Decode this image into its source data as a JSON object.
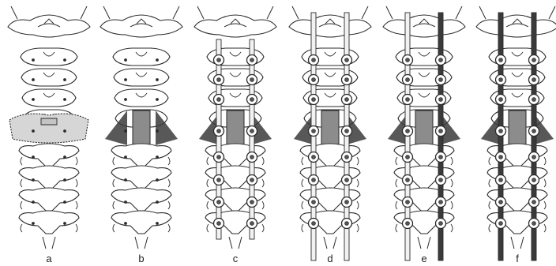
{
  "figure": {
    "panels": [
      {
        "id": "a",
        "label": "a",
        "stage": "decompression-site-outlined",
        "rods": "none",
        "screws": false
      },
      {
        "id": "b",
        "label": "b",
        "stage": "laminectomy-dura-exposed",
        "rods": "none",
        "screws": false
      },
      {
        "id": "c",
        "label": "c",
        "stage": "short-rods-placed",
        "rods": "short",
        "screws": true
      },
      {
        "id": "d",
        "label": "d",
        "stage": "long-rods-placed",
        "rods": "long",
        "screws": true
      },
      {
        "id": "e",
        "label": "e",
        "stage": "one-rod-contoured",
        "rods": "mixed",
        "screws": true
      },
      {
        "id": "f",
        "label": "f",
        "stage": "both-rods-contoured",
        "rods": "dark",
        "screws": true
      }
    ],
    "colors": {
      "line": "#2a2a2a",
      "bone_fill": "#ffffff",
      "dura": "#8c8c8c",
      "shade": "#d6d6d6",
      "rod_light": "#f2f2f2",
      "rod_dark": "#3a3a3a"
    }
  }
}
